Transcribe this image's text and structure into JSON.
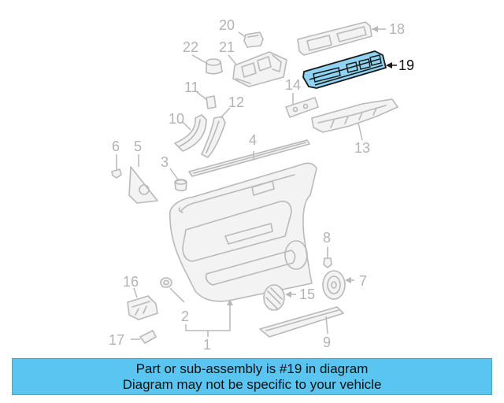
{
  "diagram": {
    "callouts": {
      "c1": "1",
      "c2": "2",
      "c3": "3",
      "c4": "4",
      "c5": "5",
      "c6": "6",
      "c7": "7",
      "c8": "8",
      "c9": "9",
      "c10": "10",
      "c11": "11",
      "c12": "12",
      "c13": "13",
      "c14": "14",
      "c15": "15",
      "c16": "16",
      "c17": "17",
      "c18": "18",
      "c19": "19",
      "c20": "20",
      "c21": "21",
      "c22": "22"
    },
    "highlighted_part": "19",
    "colors": {
      "highlight_fill": "#8fd4f4",
      "line_gray": "#b9b9b9",
      "banner_background": "#5bc5f2"
    }
  },
  "banner": {
    "line1": "Part or sub-assembly is #19 in diagram",
    "line2": "Diagram may not be specific to your vehicle"
  }
}
